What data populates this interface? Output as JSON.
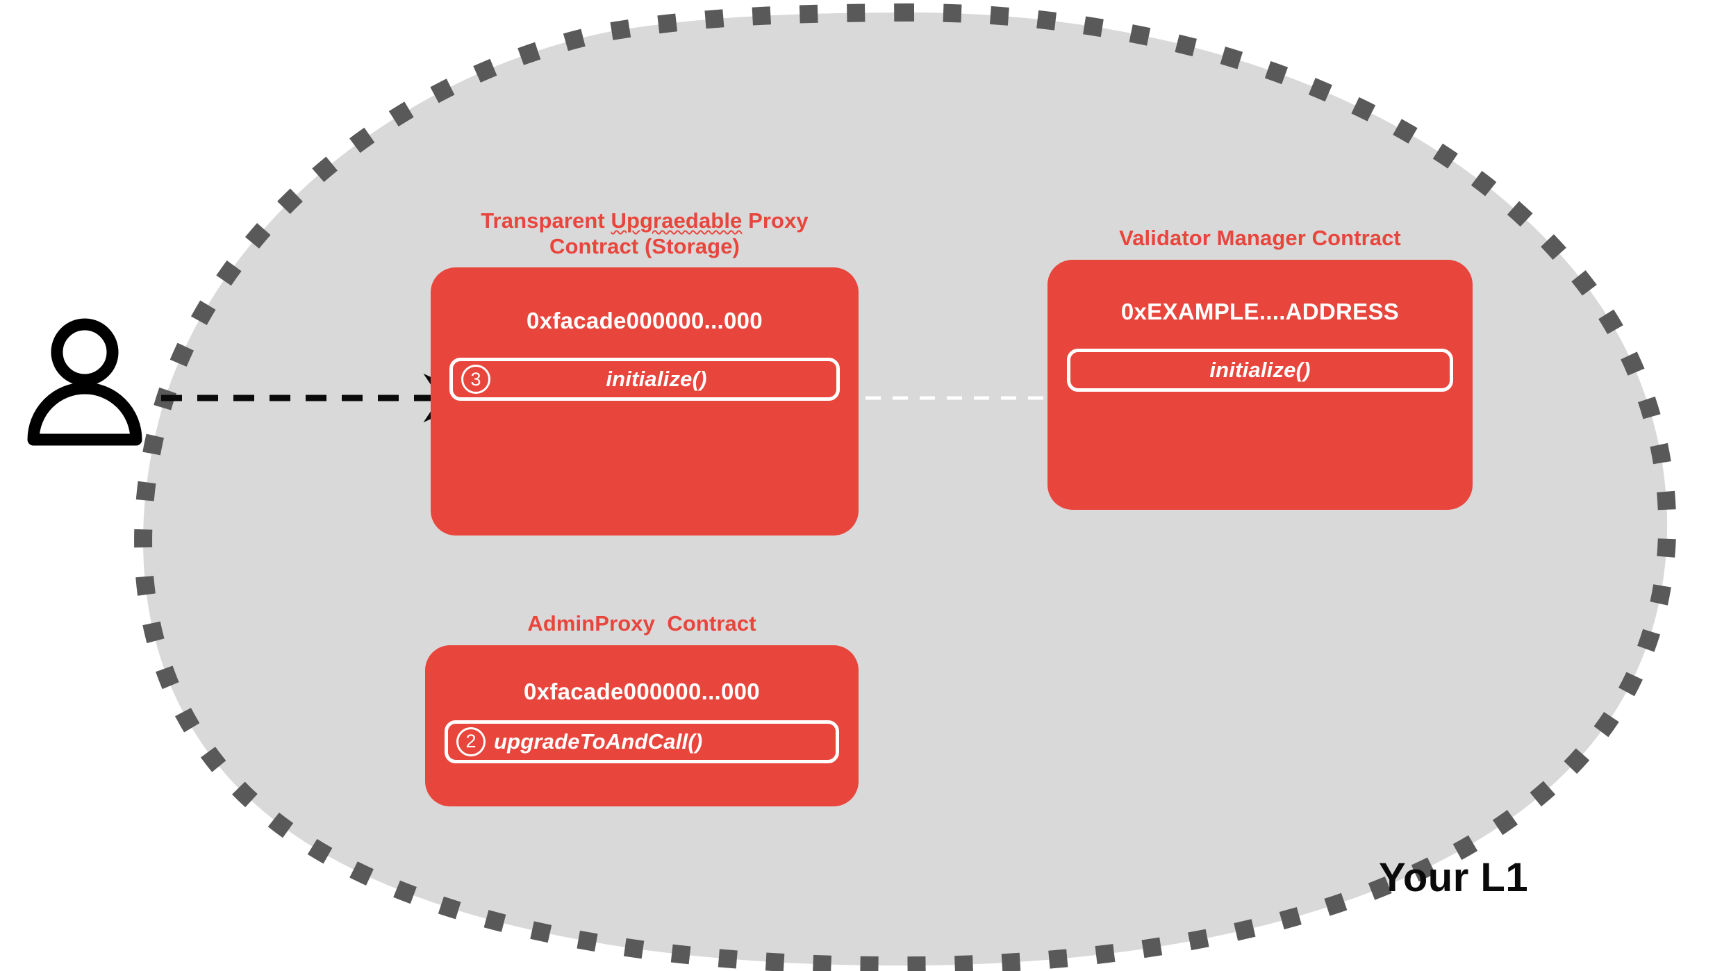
{
  "region": {
    "label": "Your L1",
    "fill_color": "#d9d9d9",
    "border_color": "#595959",
    "border_style": "dashed"
  },
  "actor": {
    "icon": "person-icon",
    "label": ""
  },
  "theme": {
    "card_color": "#e8453c",
    "card_text_color": "#ffffff",
    "title_color": "#e8453c",
    "canvas_color": "#ffffff"
  },
  "cards": [
    {
      "id": "transparent-upgradeable-proxy",
      "title_line1_a": "Transparent ",
      "title_line1_misspelled": "Upgraedable",
      "title_line1_b": " Proxy",
      "title_line2": "Contract (Storage)",
      "address": "0xfacade000000...000",
      "functions": [
        {
          "step": "3",
          "name": "initialize()"
        }
      ]
    },
    {
      "id": "validator-manager",
      "title": "Validator Manager Contract",
      "address": "0xEXAMPLE....ADDRESS",
      "functions": [
        {
          "step": "",
          "name": "initialize()"
        }
      ]
    },
    {
      "id": "admin-proxy",
      "title": "AdminProxy  Contract",
      "address": "0xfacade000000...000",
      "functions": [
        {
          "step": "2",
          "name": "upgradeToAndCall()"
        }
      ]
    }
  ],
  "arrows": [
    {
      "id": "user-to-proxy",
      "color": "#0a0a0a",
      "style": "dashed",
      "head": "filled"
    },
    {
      "id": "proxy-to-validator-manager",
      "color": "#ffffff",
      "style": "dashed",
      "head": "open"
    }
  ]
}
